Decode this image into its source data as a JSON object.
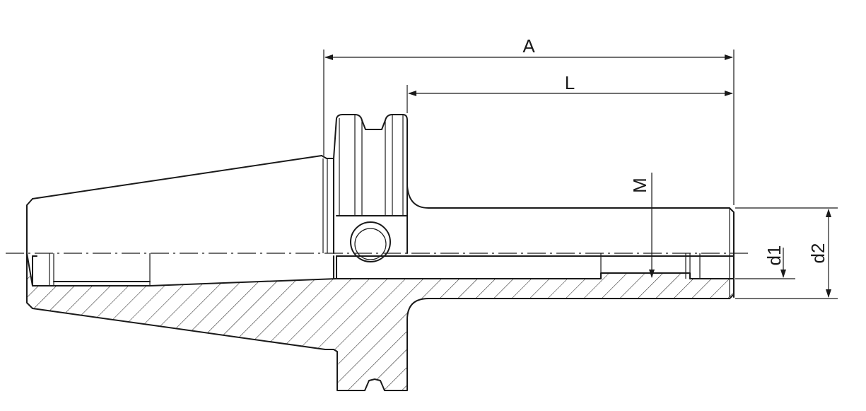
{
  "dimensions": {
    "A": "A",
    "L": "L",
    "M": "M",
    "d1": "d1",
    "d2": "d2"
  }
}
